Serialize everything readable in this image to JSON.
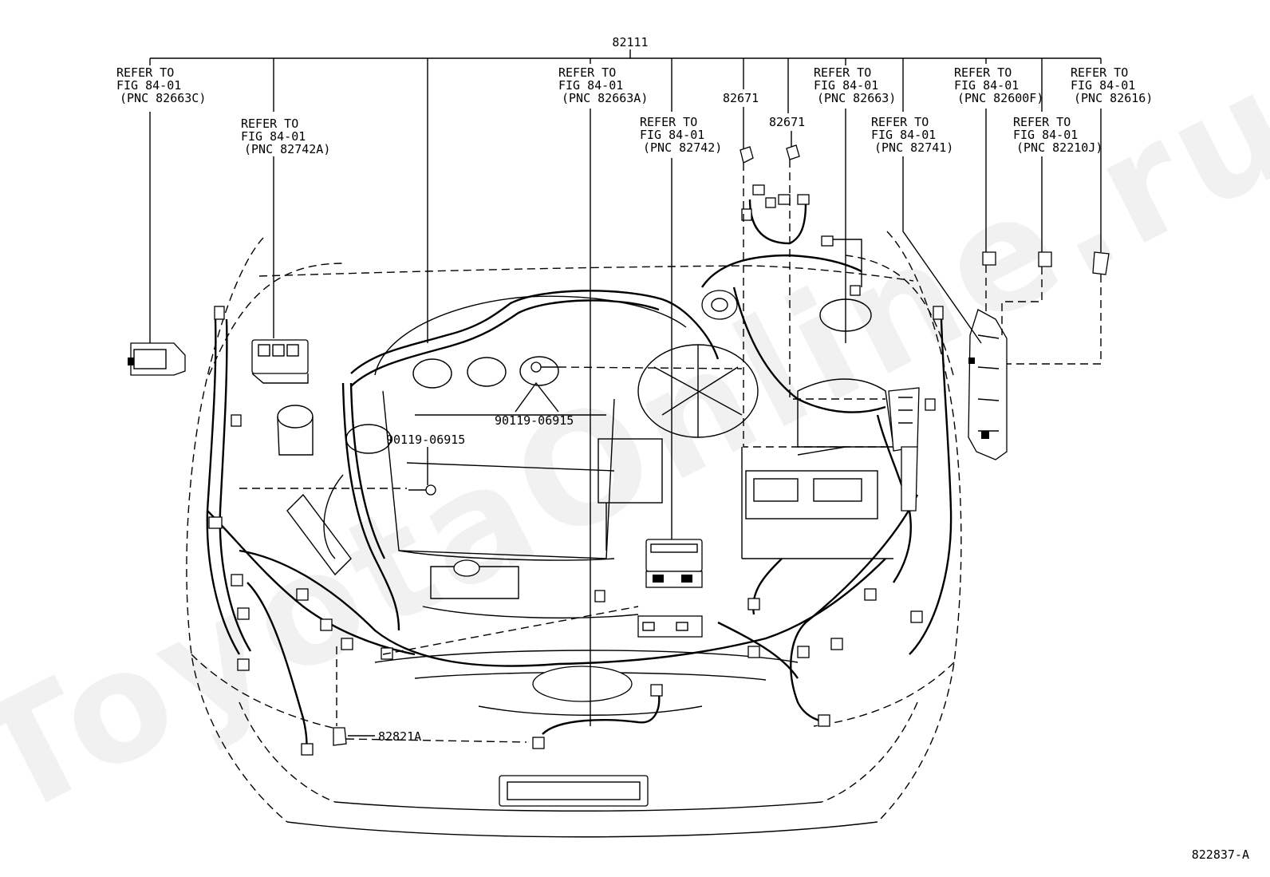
{
  "diagram": {
    "main_part": "82111",
    "figure_code": "822837-A",
    "watermark": "ToyotaOnline.ru",
    "refer_labels": [
      {
        "id": "ref-82663c",
        "lines": [
          "REFER TO",
          "FIG 84-01",
          "(PNC 82663C)"
        ]
      },
      {
        "id": "ref-82742a",
        "lines": [
          "REFER TO",
          "FIG 84-01",
          "(PNC 82742A)"
        ]
      },
      {
        "id": "ref-82663a",
        "lines": [
          "REFER TO",
          "FIG 84-01",
          "(PNC 82663A)"
        ]
      },
      {
        "id": "ref-82742",
        "lines": [
          "REFER TO",
          "FIG 84-01",
          "(PNC 82742)"
        ]
      },
      {
        "id": "ref-82663",
        "lines": [
          "REFER TO",
          "FIG 84-01",
          "(PNC 82663)"
        ]
      },
      {
        "id": "ref-82741",
        "lines": [
          "REFER TO",
          "FIG 84-01",
          "(PNC 82741)"
        ]
      },
      {
        "id": "ref-82600f",
        "lines": [
          "REFER TO",
          "FIG 84-01",
          "(PNC 82600F)"
        ]
      },
      {
        "id": "ref-82210j",
        "lines": [
          "REFER TO",
          "FIG 84-01",
          "(PNC 82210J)"
        ]
      },
      {
        "id": "ref-82616",
        "lines": [
          "REFER TO",
          "FIG 84-01",
          "(PNC 82616)"
        ]
      }
    ],
    "part_callouts": [
      {
        "id": "part-82671-a",
        "text": "82671"
      },
      {
        "id": "part-82671-b",
        "text": "82671"
      },
      {
        "id": "part-90119-a",
        "text": "90119-06915"
      },
      {
        "id": "part-90119-b",
        "text": "90119-06915"
      },
      {
        "id": "part-82821a",
        "text": "82821A"
      }
    ]
  }
}
